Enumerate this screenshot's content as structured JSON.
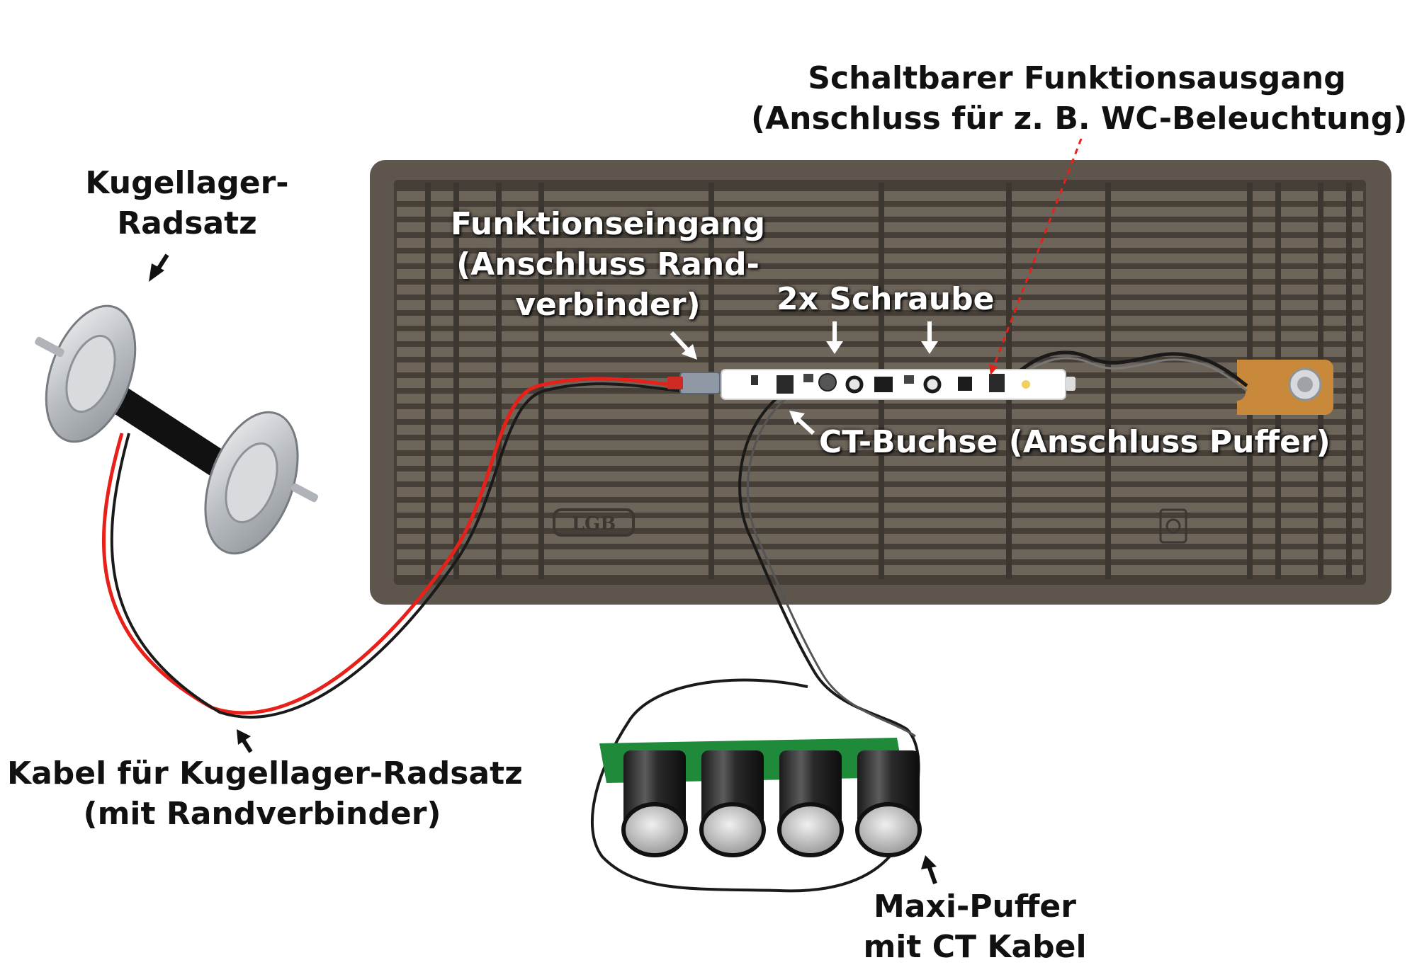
{
  "labels": {
    "radsatz": {
      "line1": "Kugellager-",
      "line2": "Radsatz"
    },
    "schaltbarer": {
      "line1": "Schaltbarer Funktionsausgang",
      "line2": "(Anschluss für z. B. WC-Beleuchtung)"
    },
    "funktionseingang": {
      "line1": "Funktionseingang",
      "line2": "(Anschluss Rand-",
      "line3": "verbinder)"
    },
    "schraube": "2x Schraube",
    "ct_buchse": "CT-Buchse (Anschluss Puffer)",
    "kabel": {
      "line1": "Kabel für Kugellager-Radsatz",
      "line2": "(mit Randverbinder)"
    },
    "maxi_puffer": {
      "line1": "Maxi-Puffer",
      "line2": "mit CT Kabel"
    }
  },
  "logo_text": "LGB",
  "colors": {
    "board": "#5e554c",
    "board_dark": "#463f38",
    "slat": "#6d645a",
    "pcb": "#ffffff",
    "buffer_pcb": "#1f8a3a",
    "cable_red": "#e8201a",
    "cable_black": "#1a1a1a",
    "axle": "#111111",
    "wheel": "#c9ccd0",
    "block": "#c88a3a",
    "dash_red": "#e8201a"
  }
}
